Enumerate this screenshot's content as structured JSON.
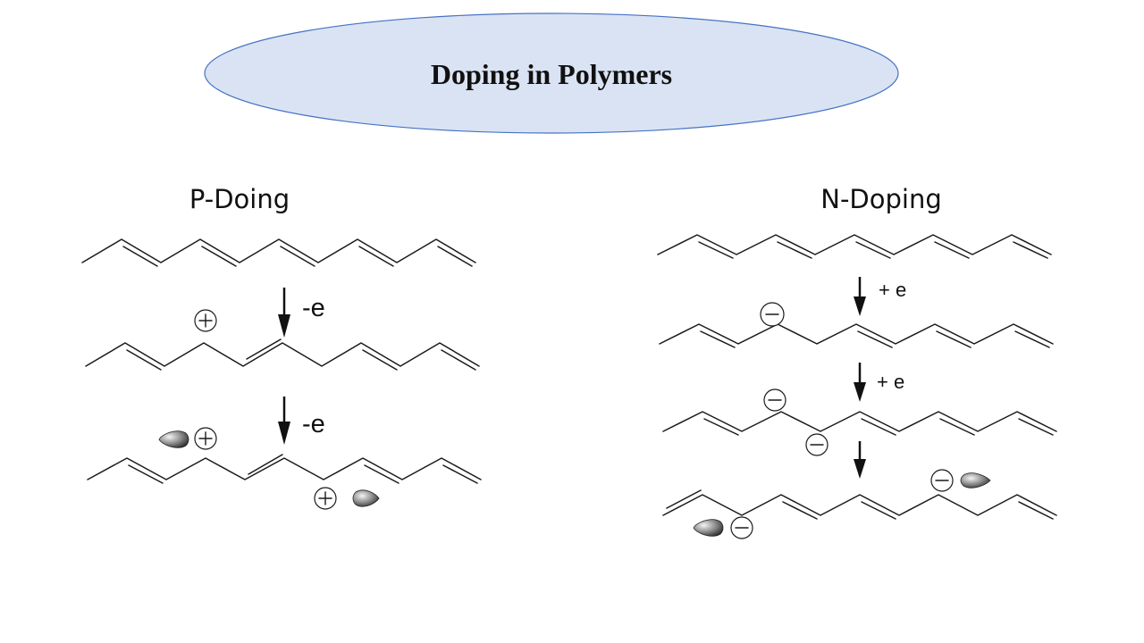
{
  "title": "Doping in Polymers",
  "colors": {
    "title_fill": "#dae3f3",
    "title_stroke": "#4472c4",
    "line": "#1a1a1a"
  },
  "p_doping": {
    "heading": "P-Doing",
    "step1_label": "-e",
    "step2_label": "-e",
    "charges": [
      "positive-charge",
      "positive-charge",
      "positive-charge"
    ]
  },
  "n_doping": {
    "heading": "N-Doping",
    "step1_label": "+ e",
    "step2_label": "+ e",
    "charges": [
      "negative-charge",
      "negative-charge",
      "negative-charge",
      "negative-charge",
      "negative-charge"
    ]
  },
  "icons": [
    "reaction-arrow-icon",
    "radical-orbital-icon",
    "positive-charge-icon",
    "negative-charge-icon"
  ]
}
